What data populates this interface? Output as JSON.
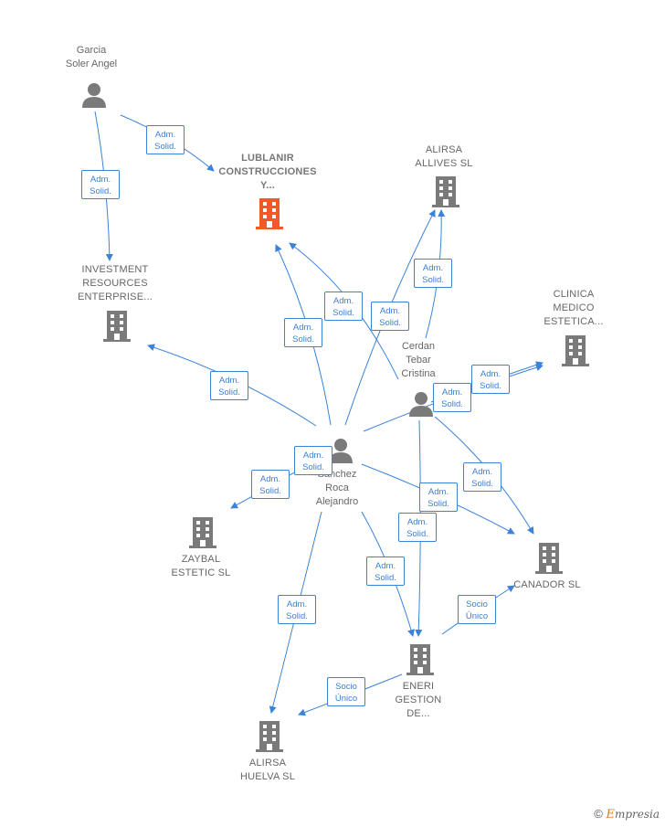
{
  "nodes": {
    "garcia": {
      "label": "Garcia\nSoler Angel",
      "type": "person"
    },
    "lublanir": {
      "label": "LUBLANIR\nCONSTRUCCIONES\nY...",
      "type": "company-highlight"
    },
    "alirsa_allives": {
      "label": "ALIRSA\nALLIVES  SL",
      "type": "company"
    },
    "investment": {
      "label": "INVESTMENT\nRESOURCES\nENTERPRISE...",
      "type": "company"
    },
    "clinica": {
      "label": "CLINICA\nMEDICO\nESTETICA...",
      "type": "company"
    },
    "cerdan": {
      "label": "Cerdan\nTebar\nCristina",
      "type": "person"
    },
    "sanchez": {
      "label": "Sanchez\nRoca\nAlejandro",
      "type": "person"
    },
    "zaybal": {
      "label": "ZAYBAL\nESTETIC  SL",
      "type": "company"
    },
    "canador": {
      "label": "CANADOR SL",
      "type": "company"
    },
    "eneri": {
      "label": "ENERI\nGESTION\nDE...",
      "type": "company"
    },
    "alirsa_huelva": {
      "label": "ALIRSA\nHUELVA  SL",
      "type": "company"
    }
  },
  "edge_labels": {
    "adm": "Adm.\nSolid.",
    "socio": "Socio\nÚnico"
  },
  "colors": {
    "edge": "#3b82d9",
    "icon": "#7a7a7a",
    "highlight": "#f05a28"
  },
  "copyright": {
    "symbol": "©",
    "brand_first": "E",
    "brand_rest": "mpresia"
  }
}
